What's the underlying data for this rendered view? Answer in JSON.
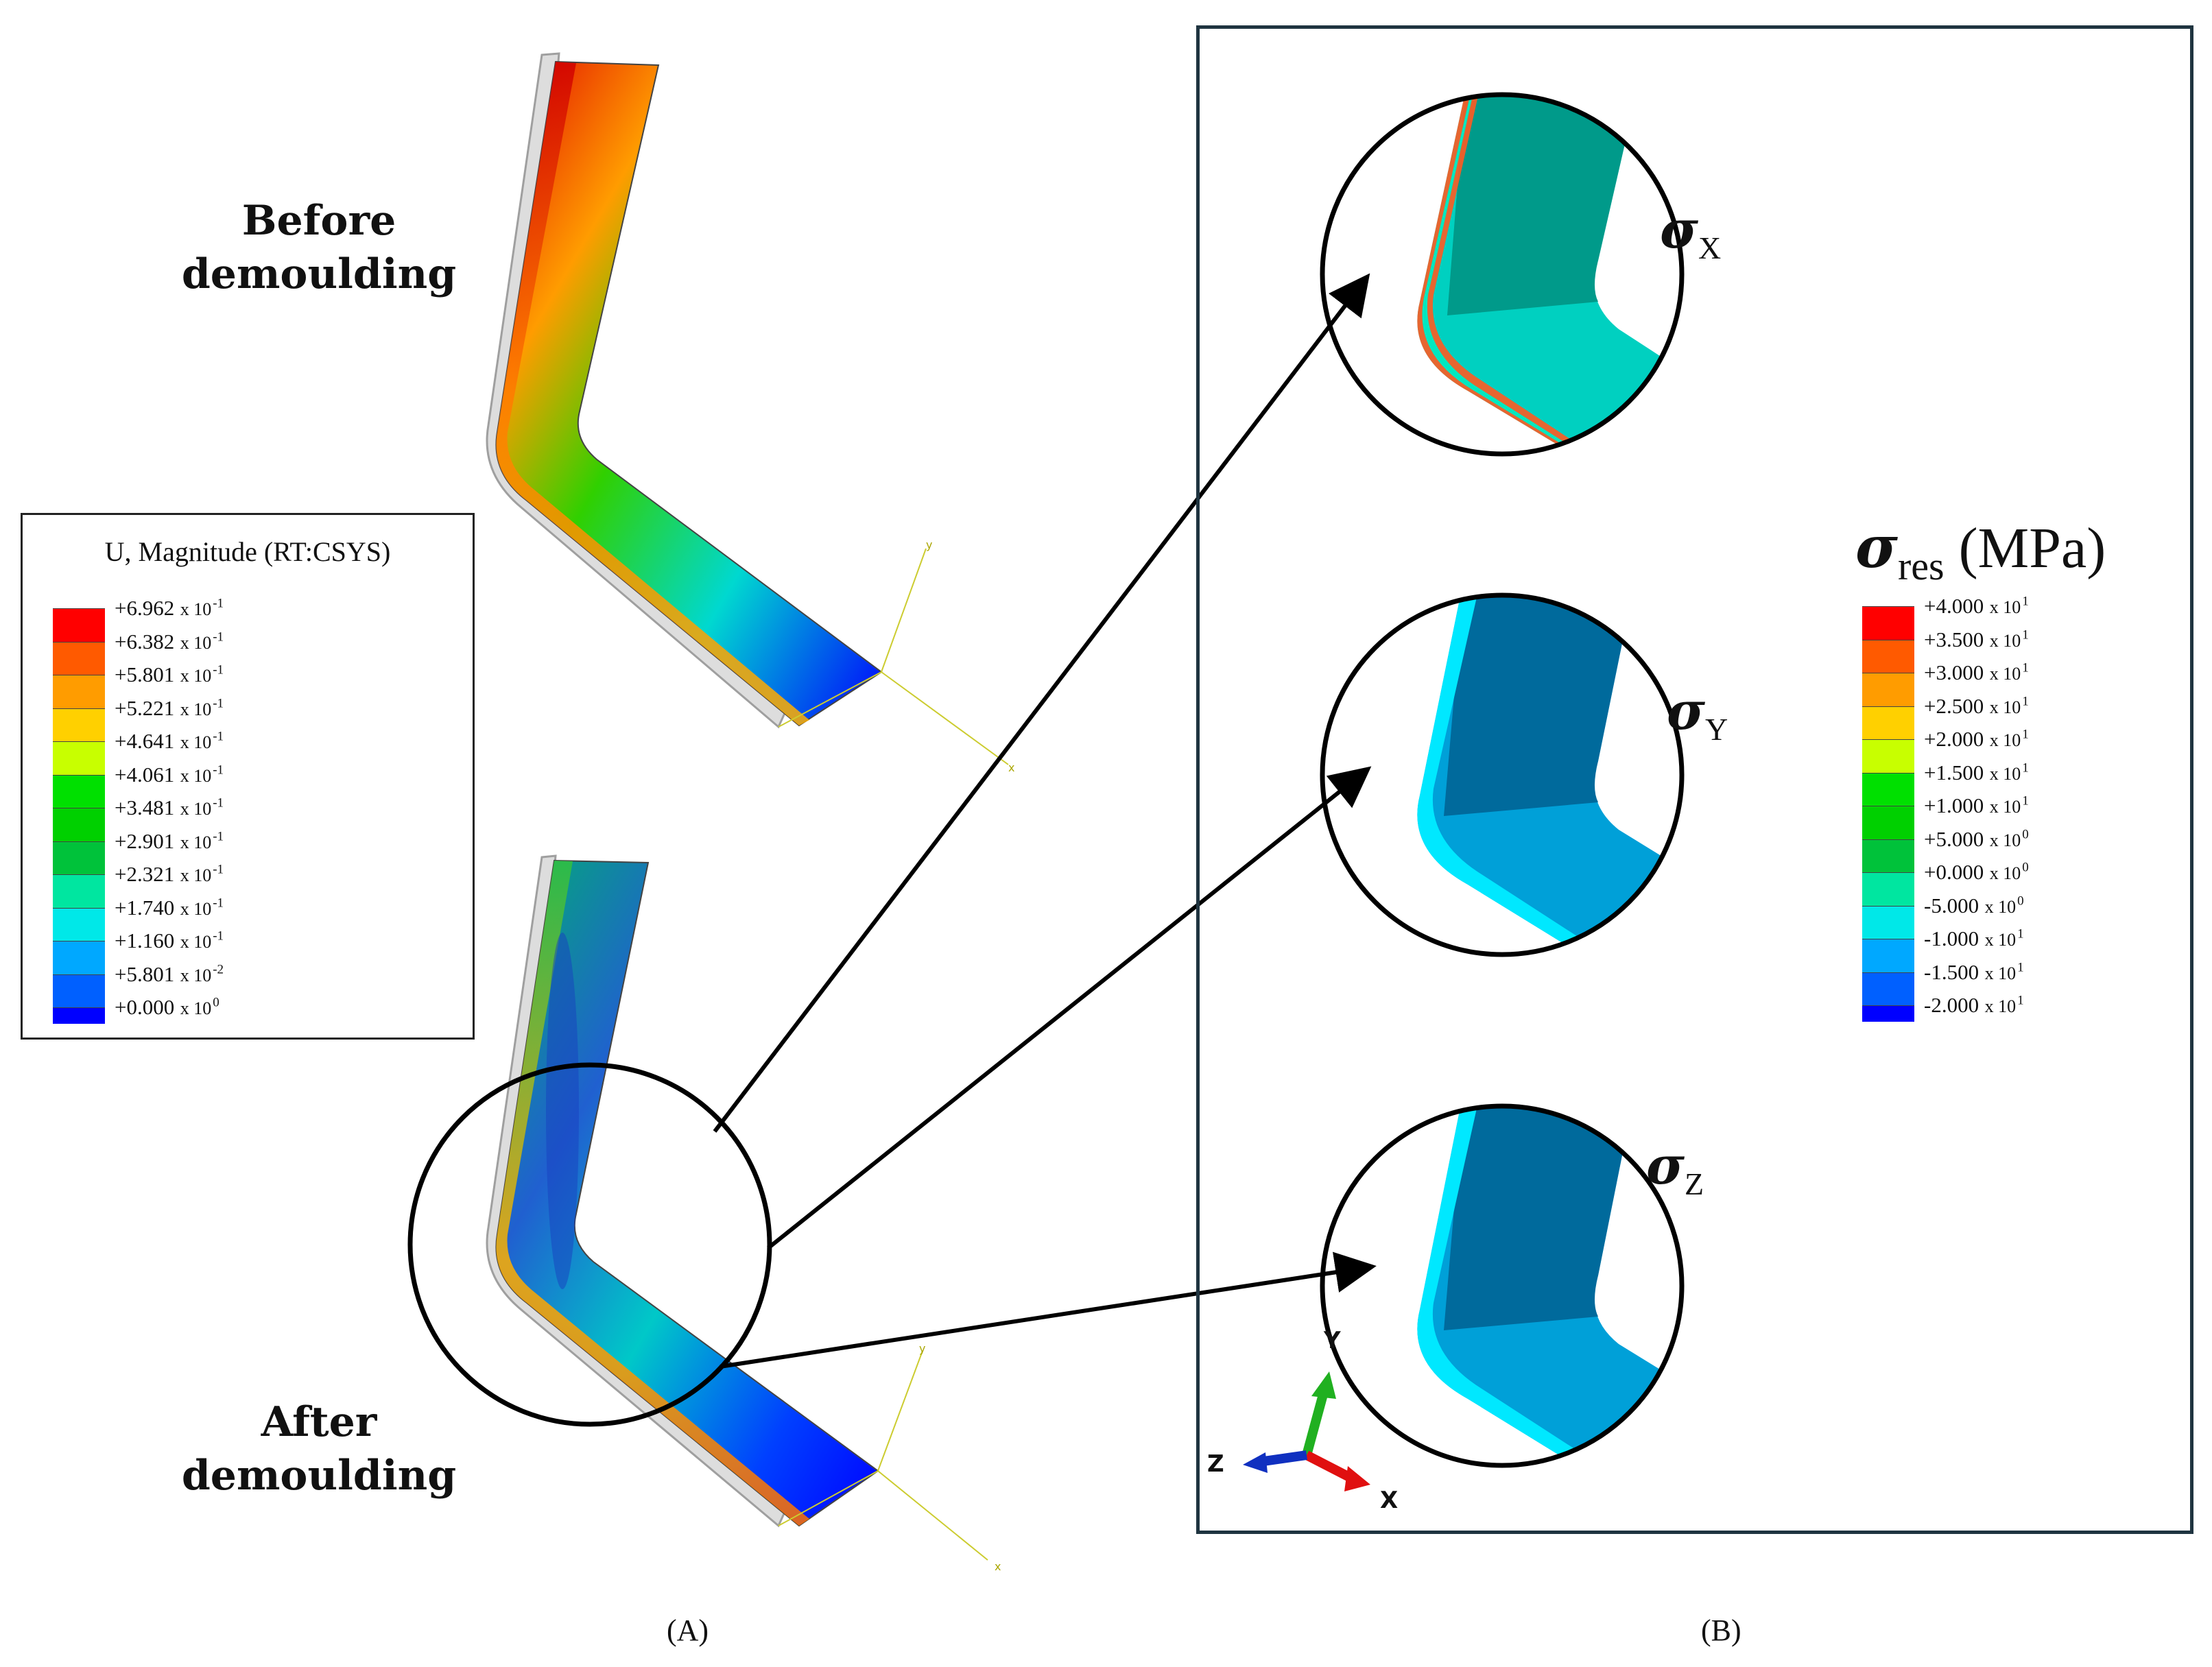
{
  "labels": {
    "before_line1": "Before",
    "before_line2": "demoulding",
    "after_line1": "After",
    "after_line2": "demoulding",
    "panel_a": "(A)",
    "panel_b": "(B)"
  },
  "legend_u": {
    "title": "U, Magnitude (RT:CSYS)",
    "levels": [
      {
        "mant": "+6.962",
        "exp": "-1"
      },
      {
        "mant": "+6.382",
        "exp": "-1"
      },
      {
        "mant": "+5.801",
        "exp": "-1"
      },
      {
        "mant": "+5.221",
        "exp": "-1"
      },
      {
        "mant": "+4.641",
        "exp": "-1"
      },
      {
        "mant": "+4.061",
        "exp": "-1"
      },
      {
        "mant": "+3.481",
        "exp": "-1"
      },
      {
        "mant": "+2.901",
        "exp": "-1"
      },
      {
        "mant": "+2.321",
        "exp": "-1"
      },
      {
        "mant": "+1.740",
        "exp": "-1"
      },
      {
        "mant": "+1.160",
        "exp": "-1"
      },
      {
        "mant": "+5.801",
        "exp": "-2"
      },
      {
        "mant": "+0.000",
        "exp": "0"
      }
    ],
    "colors": [
      "#ff0000",
      "#ff5a00",
      "#ff9c00",
      "#ffd000",
      "#c8ff00",
      "#00e000",
      "#00d000",
      "#00c23a",
      "#00e6a0",
      "#00e8e8",
      "#00a8ff",
      "#0060ff",
      "#0000ff"
    ]
  },
  "legend_res": {
    "title_sym": "σ",
    "title_sub": "res",
    "title_unit": "(MPa)",
    "levels": [
      {
        "mant": "+4.000",
        "exp": "1"
      },
      {
        "mant": "+3.500",
        "exp": "1"
      },
      {
        "mant": "+3.000",
        "exp": "1"
      },
      {
        "mant": "+2.500",
        "exp": "1"
      },
      {
        "mant": "+2.000",
        "exp": "1"
      },
      {
        "mant": "+1.500",
        "exp": "1"
      },
      {
        "mant": "+1.000",
        "exp": "1"
      },
      {
        "mant": "+5.000",
        "exp": "0"
      },
      {
        "mant": "+0.000",
        "exp": "0"
      },
      {
        "mant": "-5.000",
        "exp": "0"
      },
      {
        "mant": "-1.000",
        "exp": "1"
      },
      {
        "mant": "-1.500",
        "exp": "1"
      },
      {
        "mant": "-2.000",
        "exp": "1"
      }
    ],
    "colors": [
      "#ff0000",
      "#ff5a00",
      "#ff9c00",
      "#ffd000",
      "#c8ff00",
      "#00e000",
      "#00d000",
      "#00c23a",
      "#00e6a0",
      "#00e8e8",
      "#00a8ff",
      "#0060ff",
      "#0000ff"
    ]
  },
  "stress": [
    {
      "sym": "σ",
      "sub": "X",
      "fill": "#00d0c0",
      "top": "#009a8a",
      "edge": "#ff5a20"
    },
    {
      "sym": "σ",
      "sub": "Y",
      "fill": "#00a0d8",
      "top": "#006a9c",
      "edge": "#00e8ff"
    },
    {
      "sym": "σ",
      "sub": "Z",
      "fill": "#00a0d8",
      "top": "#006a9c",
      "edge": "#00e8ff"
    }
  ],
  "triad": {
    "x": "X",
    "y": "Y",
    "z": "Z",
    "x_color": "#e01010",
    "y_color": "#20b020",
    "z_color": "#1030c0"
  },
  "mini_axes": {
    "x": "x",
    "y": "y"
  }
}
